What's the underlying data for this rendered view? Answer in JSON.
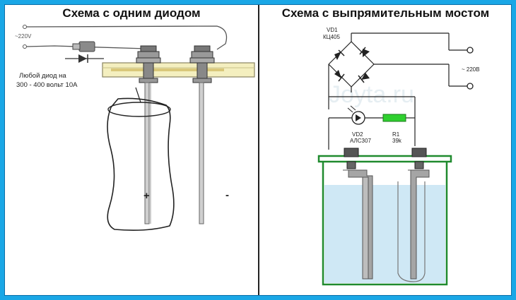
{
  "left_panel": {
    "title": "Схема с одним диодом",
    "voltage_label": "~220V",
    "diode_note_line1": "Любой диод на",
    "diode_note_line2": "300 - 400 вольт 10А",
    "plus_label": "+",
    "minus_label": "-"
  },
  "right_panel": {
    "title": "Схема с выпрямительным мостом",
    "bridge_label_line1": "VD1",
    "bridge_label_line2": "КЦ405",
    "ac_label": "~ 220В",
    "led_label_line1": "VD2",
    "led_label_line2": "АЛС307",
    "resistor_label_line1": "R1",
    "resistor_label_line2": "39k",
    "watermark": "Joyta.ru"
  },
  "colors": {
    "background": "#1aa7e6",
    "board": "#f4efbf",
    "container": "#1f8a2e",
    "water": "#cfe8f5",
    "resistor": "#2fd02f"
  }
}
